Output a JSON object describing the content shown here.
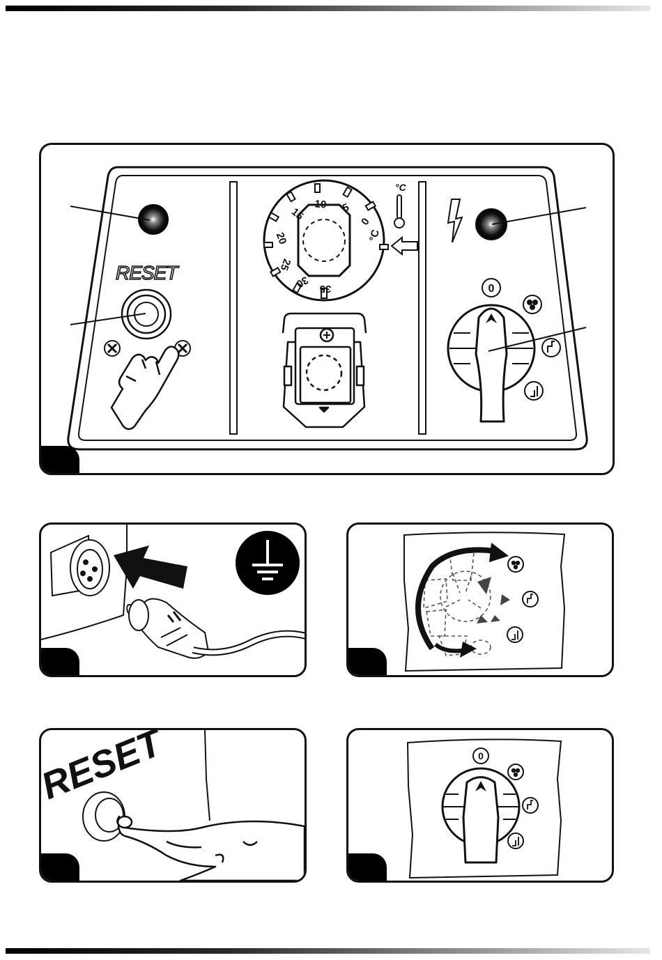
{
  "panel_main": {
    "reset_label": "RESET",
    "thermostat": {
      "scale": [
        "35",
        "30",
        "25",
        "20",
        "15",
        "10",
        "5",
        "0"
      ],
      "unit_label": "°C",
      "zero_unit": "°C"
    },
    "switch_positions": [
      "0",
      "fan-icon",
      "heat-low-icon",
      "heat-high-icon"
    ],
    "switch_zero": "0"
  },
  "panel_reset": {
    "reset_label": "RESET"
  },
  "panel_switch": {
    "switch_zero": "0"
  },
  "colors": {
    "ink": "#111111",
    "lamp_glow": "#222222",
    "background": "#ffffff"
  }
}
